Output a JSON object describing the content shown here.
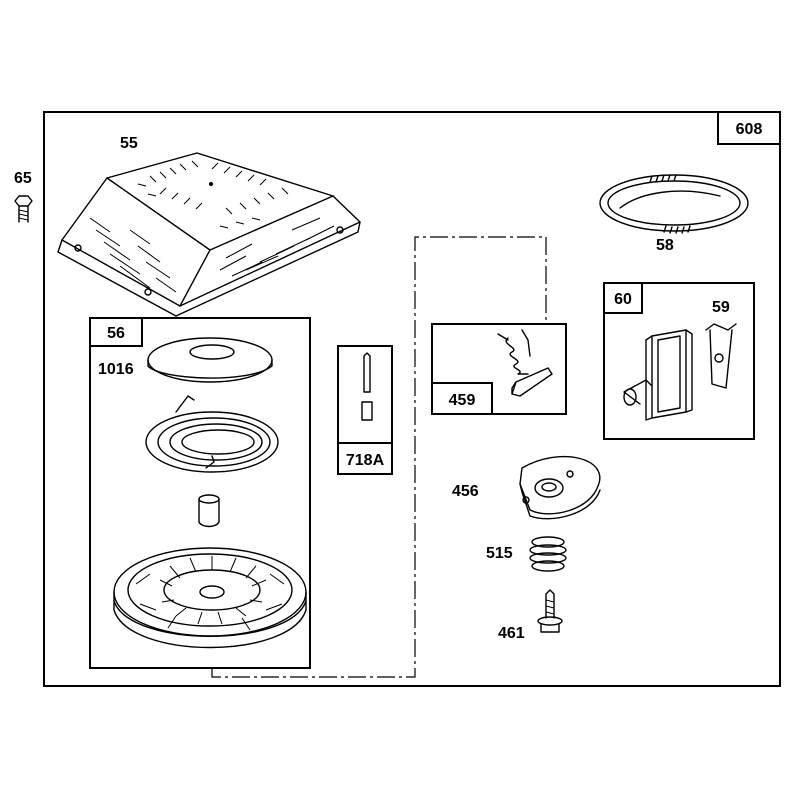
{
  "labels": {
    "kit_608": "608",
    "p55": "55",
    "p65": "65",
    "p58": "58",
    "p60": "60",
    "p59": "59",
    "p56": "56",
    "p1016": "1016",
    "p459": "459",
    "p718a": "718A",
    "p456": "456",
    "p515": "515",
    "p461": "461"
  }
}
